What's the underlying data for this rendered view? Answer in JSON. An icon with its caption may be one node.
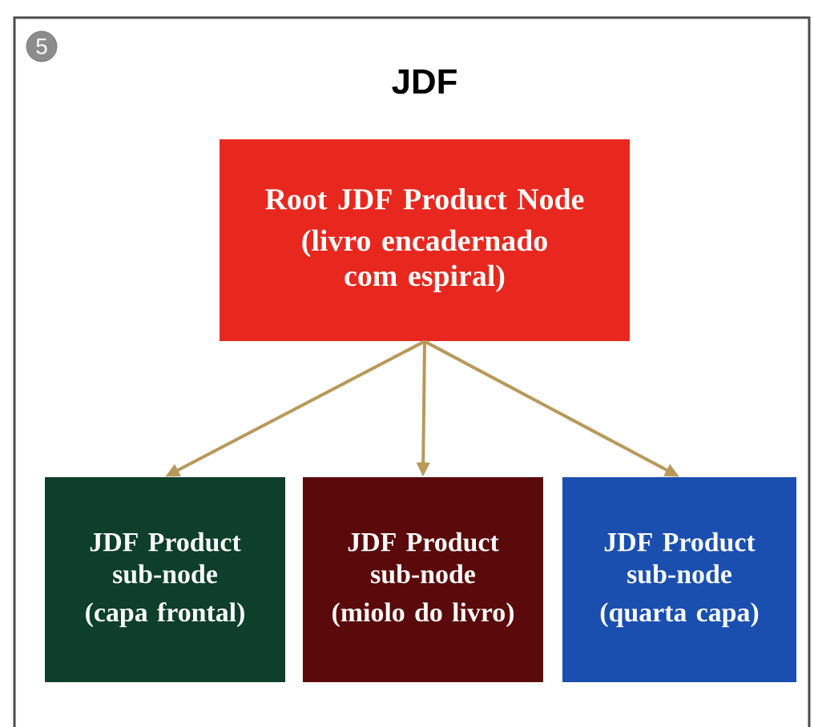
{
  "diagram": {
    "title": "JDF",
    "nodes": [
      {
        "text": [
          "Root JDF Product Node",
          "(livro encadernado com espiral)"
        ]
      },
      {
        "text": [
          "JDF Product sub-node",
          "(capa frontal)"
        ]
      },
      {
        "text": [
          "JDF Product sub-node",
          "(miolo do livro)"
        ]
      },
      {
        "text": [
          "JDF Product sub-node",
          "(quarta capa)"
        ]
      }
    ],
    "edges": [
      {
        "from": 0,
        "to": 1,
        "arrow": "to"
      },
      {
        "from": 0,
        "to": 2,
        "arrow": "to"
      },
      {
        "from": 0,
        "to": 3,
        "arrow": "to"
      }
    ],
    "labels": [
      "5"
    ]
  }
}
